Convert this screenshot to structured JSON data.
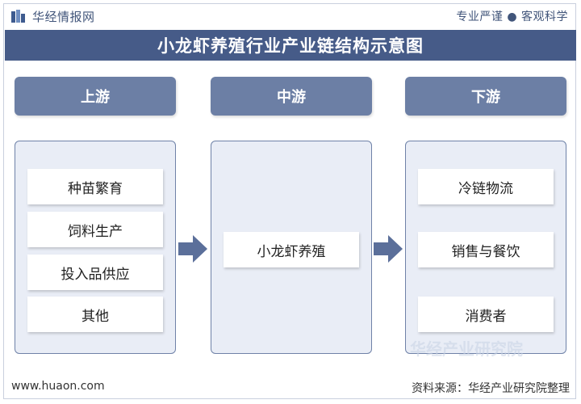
{
  "header": {
    "brand": "华经情报网",
    "slogan": "专业严谨 ● 客观科学",
    "logo_icon": "chart-logo-icon"
  },
  "title": "小龙虾养殖行业产业链结构示意图",
  "columns": [
    {
      "label": "上游",
      "items": [
        "种苗繁育",
        "饲料生产",
        "投入品供应",
        "其他"
      ]
    },
    {
      "label": "中游",
      "items": [
        "小龙虾养殖"
      ]
    },
    {
      "label": "下游",
      "items": [
        "冷链物流",
        "销售与餐饮",
        "消费者"
      ]
    }
  ],
  "footer": {
    "url": "www.huaon.com",
    "source": "资料来源：华经产业研究院整理",
    "watermark": "华经产业研究院"
  },
  "colors": {
    "title_bg": "#465b88",
    "header_bg": "#6c7fa5",
    "panel_bg": "#e9edf6",
    "arrow": "#5b6f9a"
  }
}
